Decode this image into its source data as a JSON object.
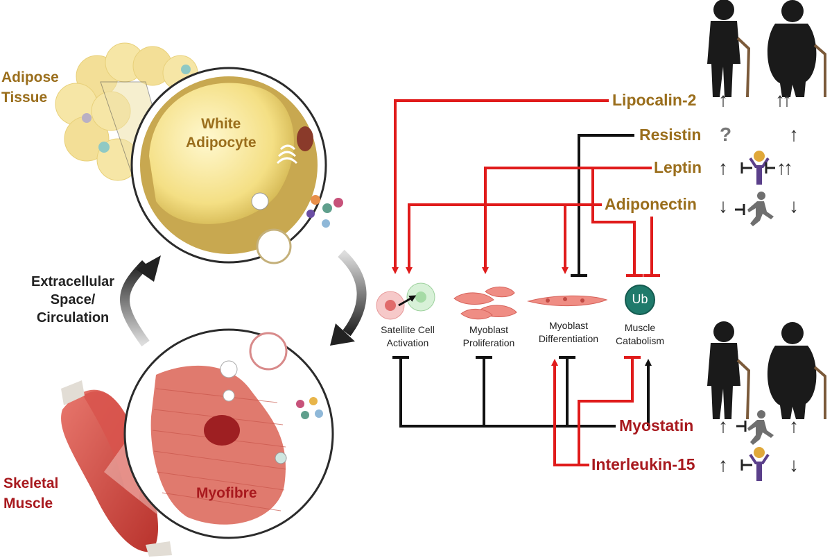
{
  "tissues": {
    "adipose": "Adipose\nTissue",
    "white_adipocyte": "White\nAdipocyte",
    "extracellular": "Extracellular\nSpace/\nCirculation",
    "skeletal": "Skeletal\nMuscle",
    "myofibre": "Myofibre"
  },
  "adipokines": {
    "lipocalin": "Lipocalin-2",
    "resistin": "Resistin",
    "leptin": "Leptin",
    "adiponectin": "Adiponectin"
  },
  "myokines": {
    "myostatin": "Myostatin",
    "il15": "Interleukin-15"
  },
  "processes": {
    "satellite": "Satellite Cell\nActivation",
    "proliferation": "Myoblast\nProliferation",
    "differentiation": "Myoblast\nDifferentiation",
    "catabolism": "Muscle\nCatabolism",
    "ub": "Ub"
  },
  "trends": {
    "lipocalin": {
      "aging": "↑",
      "obese": "↑↑"
    },
    "resistin": {
      "aging": "?",
      "obese": "↑"
    },
    "leptin": {
      "aging": "↑",
      "obese": "↑↑"
    },
    "adiponectin": {
      "aging": "↓",
      "obese": "↓"
    },
    "myostatin": {
      "aging": "↑",
      "obese": "↑"
    },
    "il15": {
      "aging": "↑",
      "obese": "↓"
    }
  },
  "colors": {
    "adipokine_text": "#9a6e1c",
    "myokine_text": "#a8191e",
    "stimulate_line": "#e01b1b",
    "inhibit_line": "#111111",
    "ub": "#1f7a6b"
  }
}
